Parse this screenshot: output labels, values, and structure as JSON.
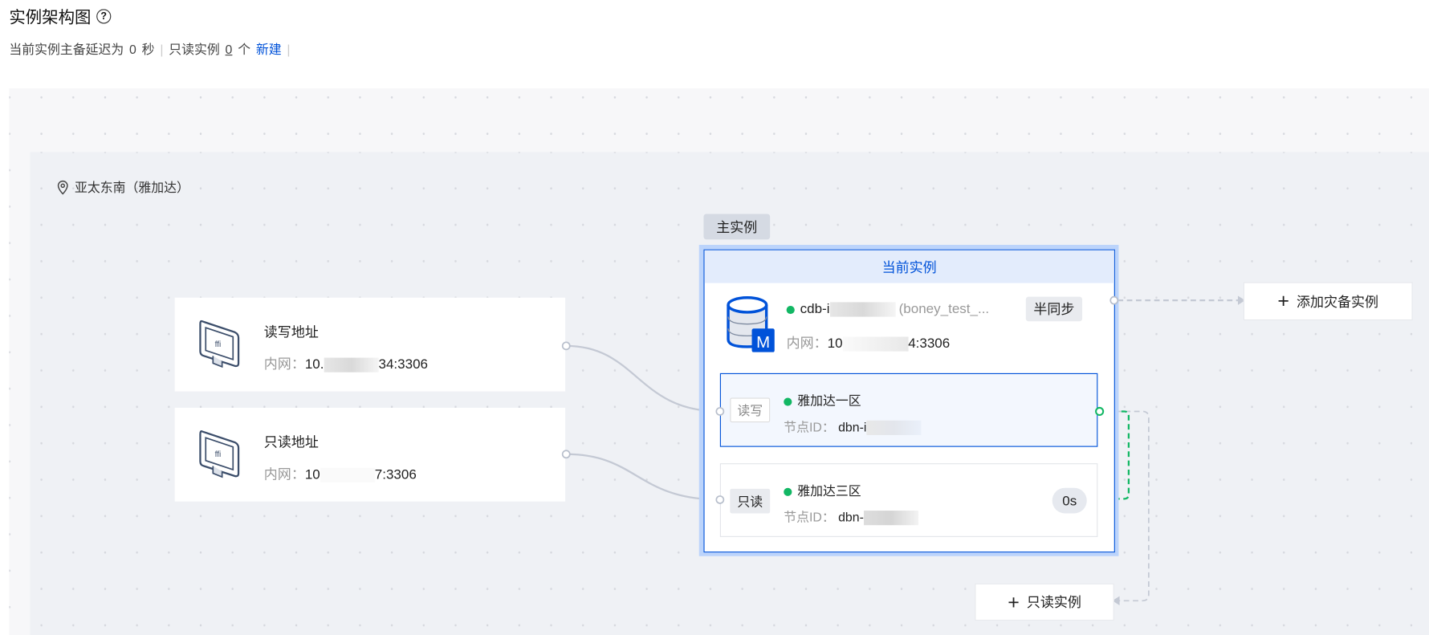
{
  "header": {
    "title": "实例架构图",
    "help_icon": "?",
    "delay_label": "当前实例主备延迟为",
    "delay_value": "0",
    "delay_unit": "秒",
    "ro_label": "只读实例",
    "ro_count": "0",
    "ro_unit": "个",
    "new_link": "新建"
  },
  "region": {
    "name": "亚太东南（雅加达）"
  },
  "endpoints": [
    {
      "title": "读写地址",
      "ip_label": "内网：",
      "ip_prefix": "10.",
      "ip_suffix": "34:3306"
    },
    {
      "title": "只读地址",
      "ip_label": "内网：",
      "ip_prefix": "10",
      "ip_suffix": "7:3306"
    }
  ],
  "master": {
    "tag": "主实例",
    "header": "当前实例",
    "id_prefix": "cdb-i",
    "name": "(boney_test_...",
    "sync_tag": "半同步",
    "ip_label": "内网：",
    "ip_prefix": "10",
    "ip_suffix": "4:3306",
    "badge": "M"
  },
  "zones": [
    {
      "role": "读写",
      "name": "雅加达一区",
      "id_label": "节点ID：",
      "id_prefix": "dbn-i"
    },
    {
      "role": "只读",
      "name": "雅加达三区",
      "id_label": "节点ID：",
      "id_prefix": "dbn-",
      "delay": "0s"
    }
  ],
  "actions": {
    "add_dr": "添加灾备实例",
    "add_ro": "只读实例"
  },
  "colors": {
    "accent": "#0052d9",
    "status": "#12b764"
  }
}
